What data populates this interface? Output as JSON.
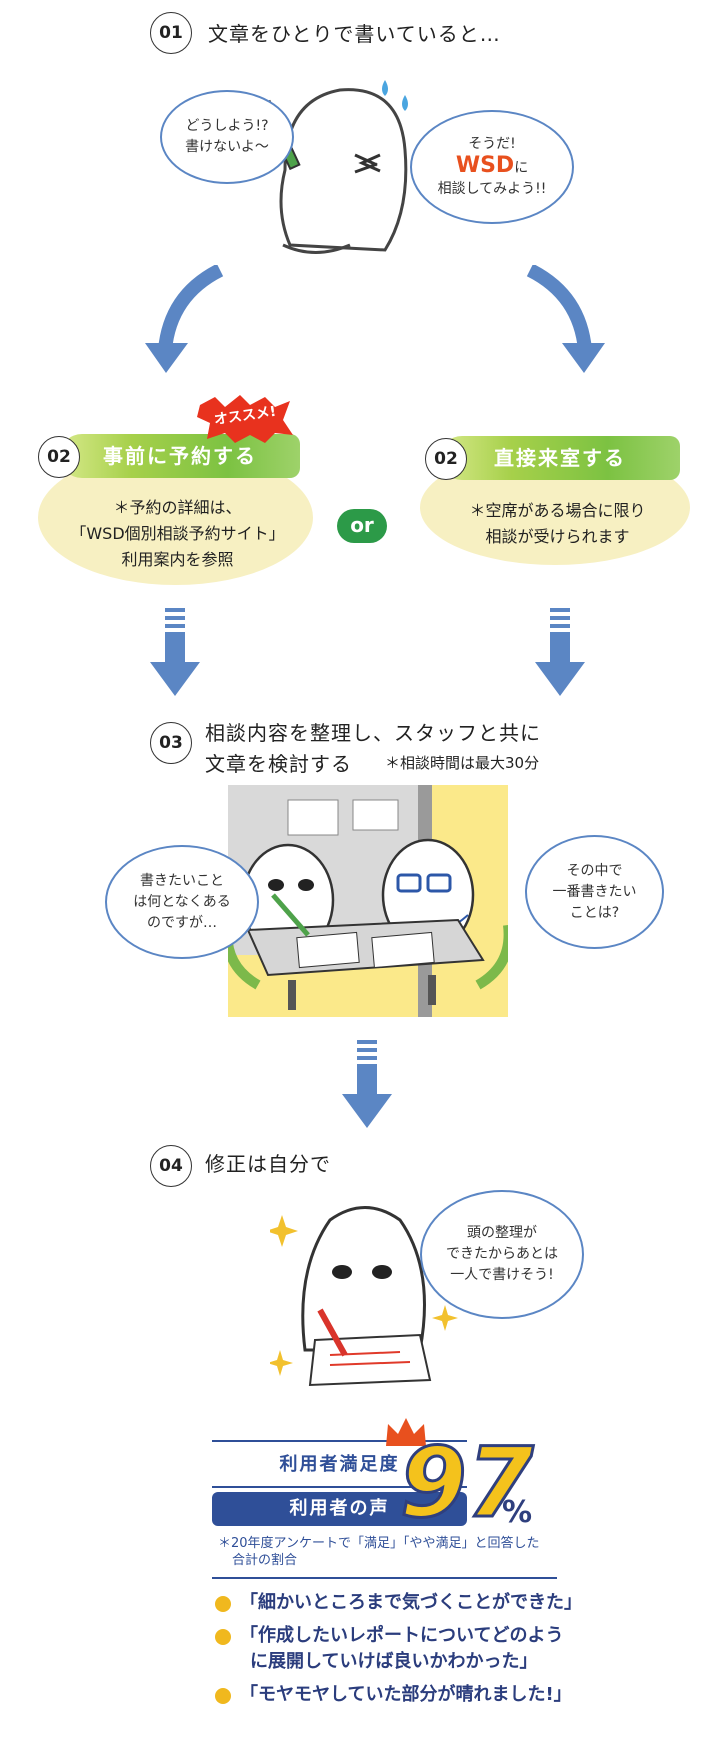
{
  "steps": {
    "s1": {
      "num": "01",
      "title": "文章をひとりで書いていると…"
    },
    "s2a": {
      "num": "02",
      "title": "事前に予約する",
      "tag": "オススメ!"
    },
    "s2b": {
      "num": "02",
      "title": "直接来室する"
    },
    "s3": {
      "num": "03",
      "title_line1": "相談内容を整理し、スタッフと共に",
      "title_line2": "文章を検討する",
      "note": "＊相談時間は最大30分"
    },
    "s4": {
      "num": "04",
      "title": "修正は自分で"
    }
  },
  "bubbles": {
    "b1": [
      "どうしよう!?",
      "書けないよ〜"
    ],
    "b2": {
      "line1": "そうだ!",
      "wsd": "WSD",
      "wsd_suffix": "に",
      "line3": "相談してみよう!!"
    },
    "b3": [
      "書きたいこと",
      "は何となくある",
      "のですが…"
    ],
    "b4": [
      "その中で",
      "一番書きたい",
      "ことは?"
    ],
    "b5": [
      "頭の整理が",
      "できたからあとは",
      "一人で書けそう!"
    ]
  },
  "reserve_note": [
    "＊予約の詳細は、",
    "「WSD個別相談予約サイト」",
    "利用案内を参照"
  ],
  "walkin_note": [
    "＊空席がある場合に限り",
    "相談が受けられます"
  ],
  "or_label": "or",
  "satisfaction": {
    "label": "利用者満足度",
    "value": "97",
    "unit": "%",
    "footnote_line1": "＊20年度アンケートで「満足」「やや満足」と回答した",
    "footnote_line2": "合計の割合"
  },
  "voices": {
    "label": "利用者の声",
    "items": [
      {
        "line1": "「細かいところまで気づくことができた」",
        "line2": ""
      },
      {
        "line1": "「作成したいレポートについてどのよう",
        "line2": "に展開していけば良いかわかった」"
      },
      {
        "line1": "「モヤモヤしていた部分が晴れました!」",
        "line2": ""
      }
    ]
  },
  "colors": {
    "accent_blue": "#5b86c4",
    "navy": "#2f4f98",
    "green": "#2c9a48",
    "yellow": "#f0b81e",
    "wsd_orange": "#e8501e"
  }
}
